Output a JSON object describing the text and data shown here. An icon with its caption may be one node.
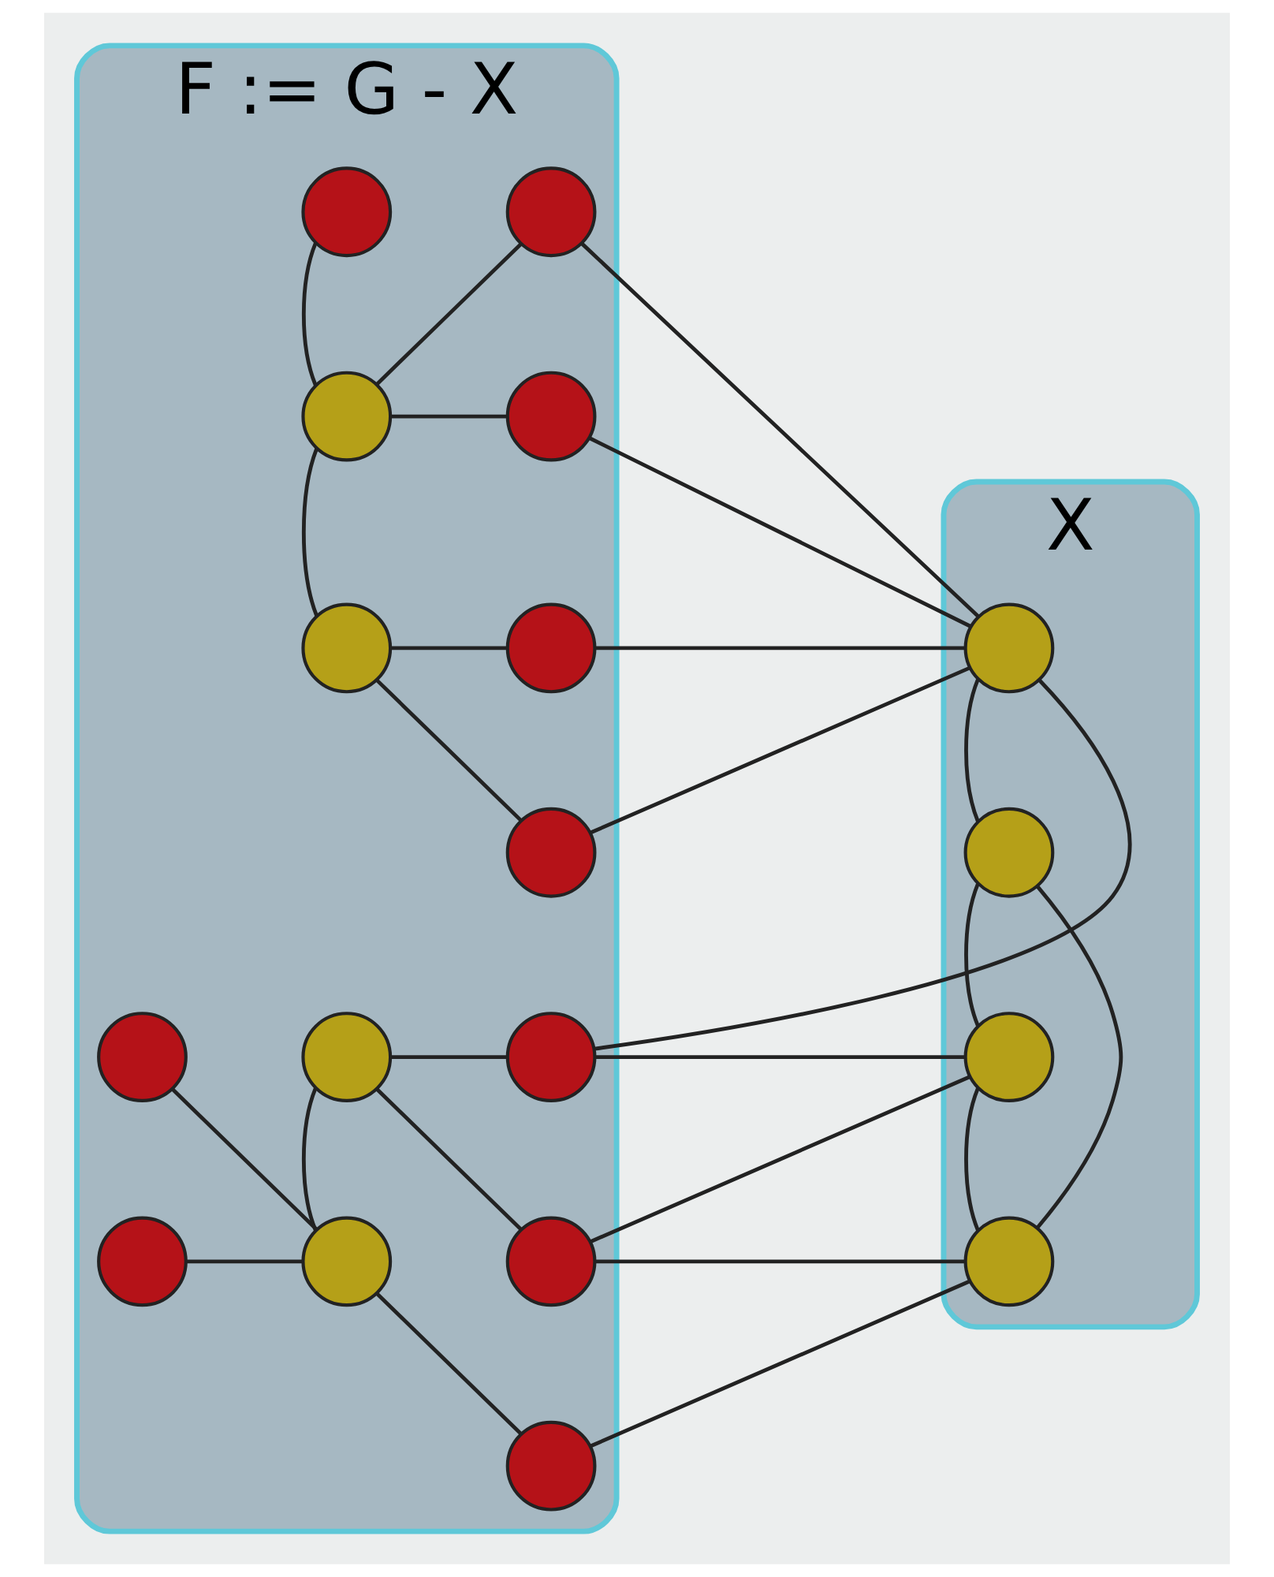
{
  "diagram": {
    "nodes": [
      {
        "text": [
          "X"
        ]
      },
      {
        "text": [],
        "shape": "circle",
        "in": 0
      },
      {
        "text": [],
        "shape": "circle",
        "in": 0
      },
      {
        "text": [],
        "shape": "circle",
        "in": 0
      },
      {
        "text": [],
        "shape": "circle",
        "in": 0
      },
      {
        "text": [
          "F := G - X"
        ]
      },
      {
        "text": [],
        "shape": "circle",
        "in": 5
      },
      {
        "text": [],
        "shape": "circle",
        "in": 5
      },
      {
        "text": [],
        "shape": "circle",
        "in": 5
      },
      {
        "text": [],
        "shape": "circle",
        "in": 5
      },
      {
        "text": [],
        "shape": "circle",
        "in": 5
      },
      {
        "text": [],
        "shape": "circle",
        "in": 5
      },
      {
        "text": [],
        "shape": "circle",
        "in": 5
      },
      {
        "text": [],
        "shape": "circle",
        "in": 5
      },
      {
        "text": [],
        "shape": "circle",
        "in": 5
      },
      {
        "text": [],
        "shape": "circle",
        "in": 5
      },
      {
        "text": [],
        "shape": "circle",
        "in": 5
      },
      {
        "text": [],
        "shape": "circle",
        "in": 5
      },
      {
        "text": [],
        "shape": "circle",
        "in": 5
      },
      {
        "text": [],
        "shape": "circle",
        "in": 5
      }
    ],
    "edges": [
      {
        "from": 1,
        "to": 2,
        "arrow": "none"
      },
      {
        "from": 2,
        "to": 3,
        "arrow": "none"
      },
      {
        "from": 3,
        "to": 4,
        "arrow": "none"
      },
      {
        "from": 2,
        "to": 4,
        "arrow": "none"
      },
      {
        "from": 1,
        "to": 6,
        "arrow": "none"
      },
      {
        "from": 1,
        "to": 8,
        "arrow": "none"
      },
      {
        "from": 1,
        "to": 10,
        "arrow": "none"
      },
      {
        "from": 1,
        "to": 12,
        "arrow": "none"
      },
      {
        "from": 1,
        "to": 13,
        "arrow": "none"
      },
      {
        "from": 3,
        "to": 13,
        "arrow": "none"
      },
      {
        "from": 3,
        "to": 16,
        "arrow": "none"
      },
      {
        "from": 4,
        "to": 16,
        "arrow": "none"
      },
      {
        "from": 4,
        "to": 19,
        "arrow": "none"
      },
      {
        "from": 6,
        "to": 9,
        "arrow": "none"
      },
      {
        "from": 7,
        "to": 9,
        "arrow": "none"
      },
      {
        "from": 8,
        "to": 9,
        "arrow": "none"
      },
      {
        "from": 9,
        "to": 11,
        "arrow": "none"
      },
      {
        "from": 10,
        "to": 11,
        "arrow": "none"
      },
      {
        "from": 11,
        "to": 12,
        "arrow": "none"
      },
      {
        "from": 13,
        "to": 14,
        "arrow": "none"
      },
      {
        "from": 14,
        "to": 16,
        "arrow": "none"
      },
      {
        "from": 14,
        "to": 17,
        "arrow": "none"
      },
      {
        "from": 17,
        "to": 15,
        "arrow": "none"
      },
      {
        "from": 17,
        "to": 18,
        "arrow": "none"
      },
      {
        "from": 17,
        "to": 19,
        "arrow": "none"
      }
    ]
  }
}
